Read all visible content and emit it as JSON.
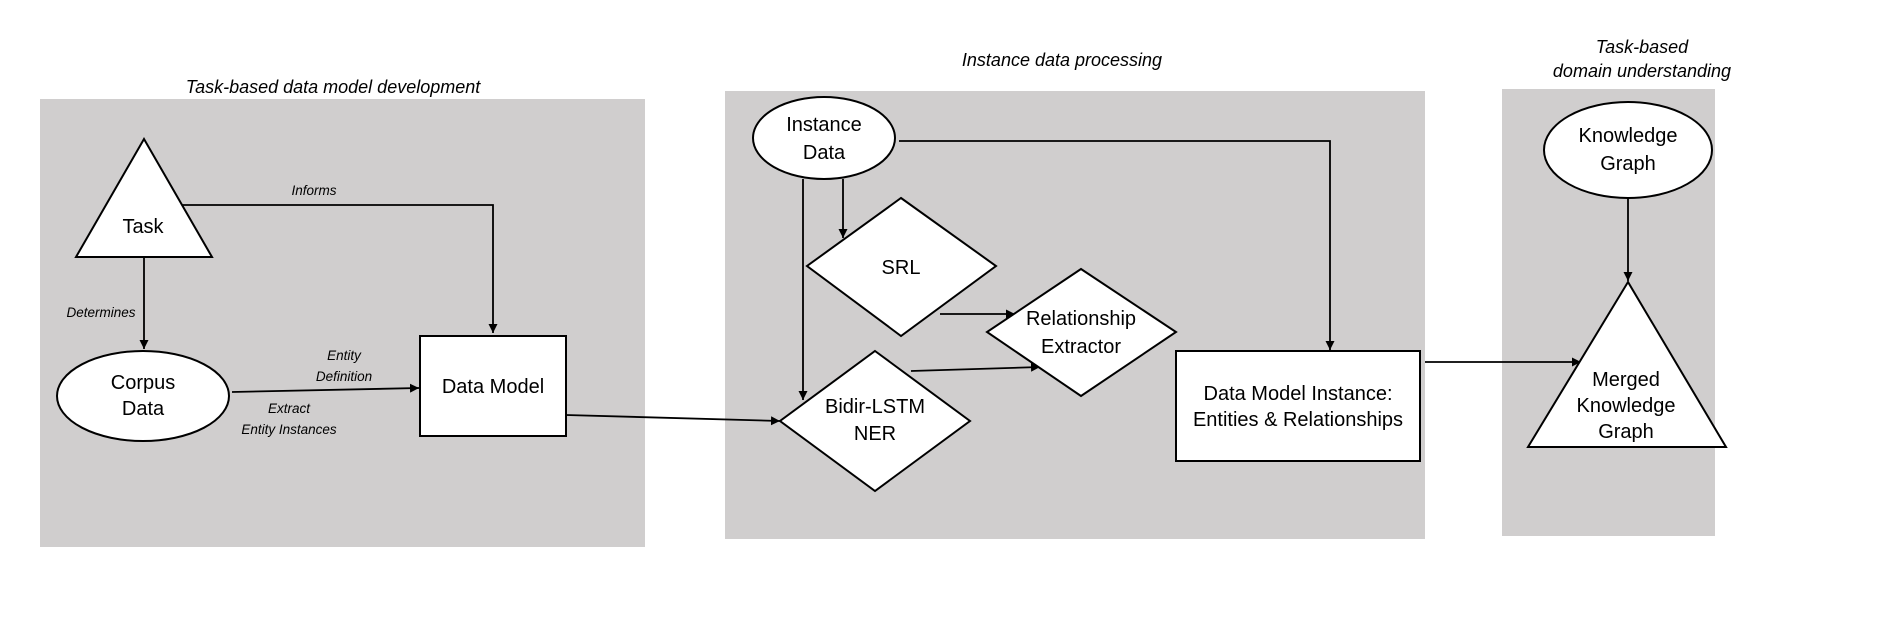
{
  "panels": {
    "left_title": "Task-based data model development",
    "middle_title": "Instance data processing",
    "right_title_line1": "Task-based",
    "right_title_line2": "domain understanding"
  },
  "nodes": {
    "task": "Task",
    "corpus_line1": "Corpus",
    "corpus_line2": "Data",
    "data_model": "Data Model",
    "instance_line1": "Instance",
    "instance_line2": "Data",
    "srl": "SRL",
    "ner_line1": "Bidir-LSTM",
    "ner_line2": "NER",
    "rel_line1": "Relationship",
    "rel_line2": "Extractor",
    "dmi_line1": "Data Model Instance:",
    "dmi_line2": "Entities & Relationships",
    "kg_line1": "Knowledge",
    "kg_line2": "Graph",
    "mkg_line1": "Merged",
    "mkg_line2": "Knowledge",
    "mkg_line3": "Graph"
  },
  "edges": {
    "informs": "Informs",
    "determines": "Determines",
    "entity_def_line1": "Entity",
    "entity_def_line2": "Definition",
    "extract_line1": "Extract",
    "extract_line2": "Entity Instances"
  }
}
